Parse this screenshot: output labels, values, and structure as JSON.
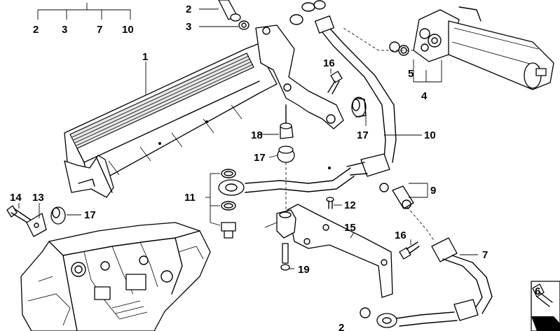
{
  "callouts": {
    "c1": "1",
    "c2_top": "2",
    "c2_bottom": "2",
    "c3": "3",
    "c4": "4",
    "c5": "5",
    "c6": "6",
    "c7": "7",
    "c9": "9",
    "c10": "10",
    "c11": "11",
    "c12": "12",
    "c13": "13",
    "c14": "14",
    "c15": "15",
    "c16_top": "16",
    "c16_right": "16",
    "c17_mid": "17",
    "c17_left": "17",
    "c17_right": "17",
    "c18": "18",
    "c19": "19"
  },
  "group_legend": {
    "labels": [
      "2",
      "3",
      "7",
      "10"
    ]
  },
  "icons": {
    "oil_cooler": "oil-cooler-icon",
    "transmission": "transmission-icon",
    "oil_filter_housing": "filter-housing-icon",
    "oil_lines": "hose-line-icon",
    "bolt": "bolt-icon",
    "seal_ring": "o-ring-icon",
    "mount_bracket": "bracket-icon"
  }
}
